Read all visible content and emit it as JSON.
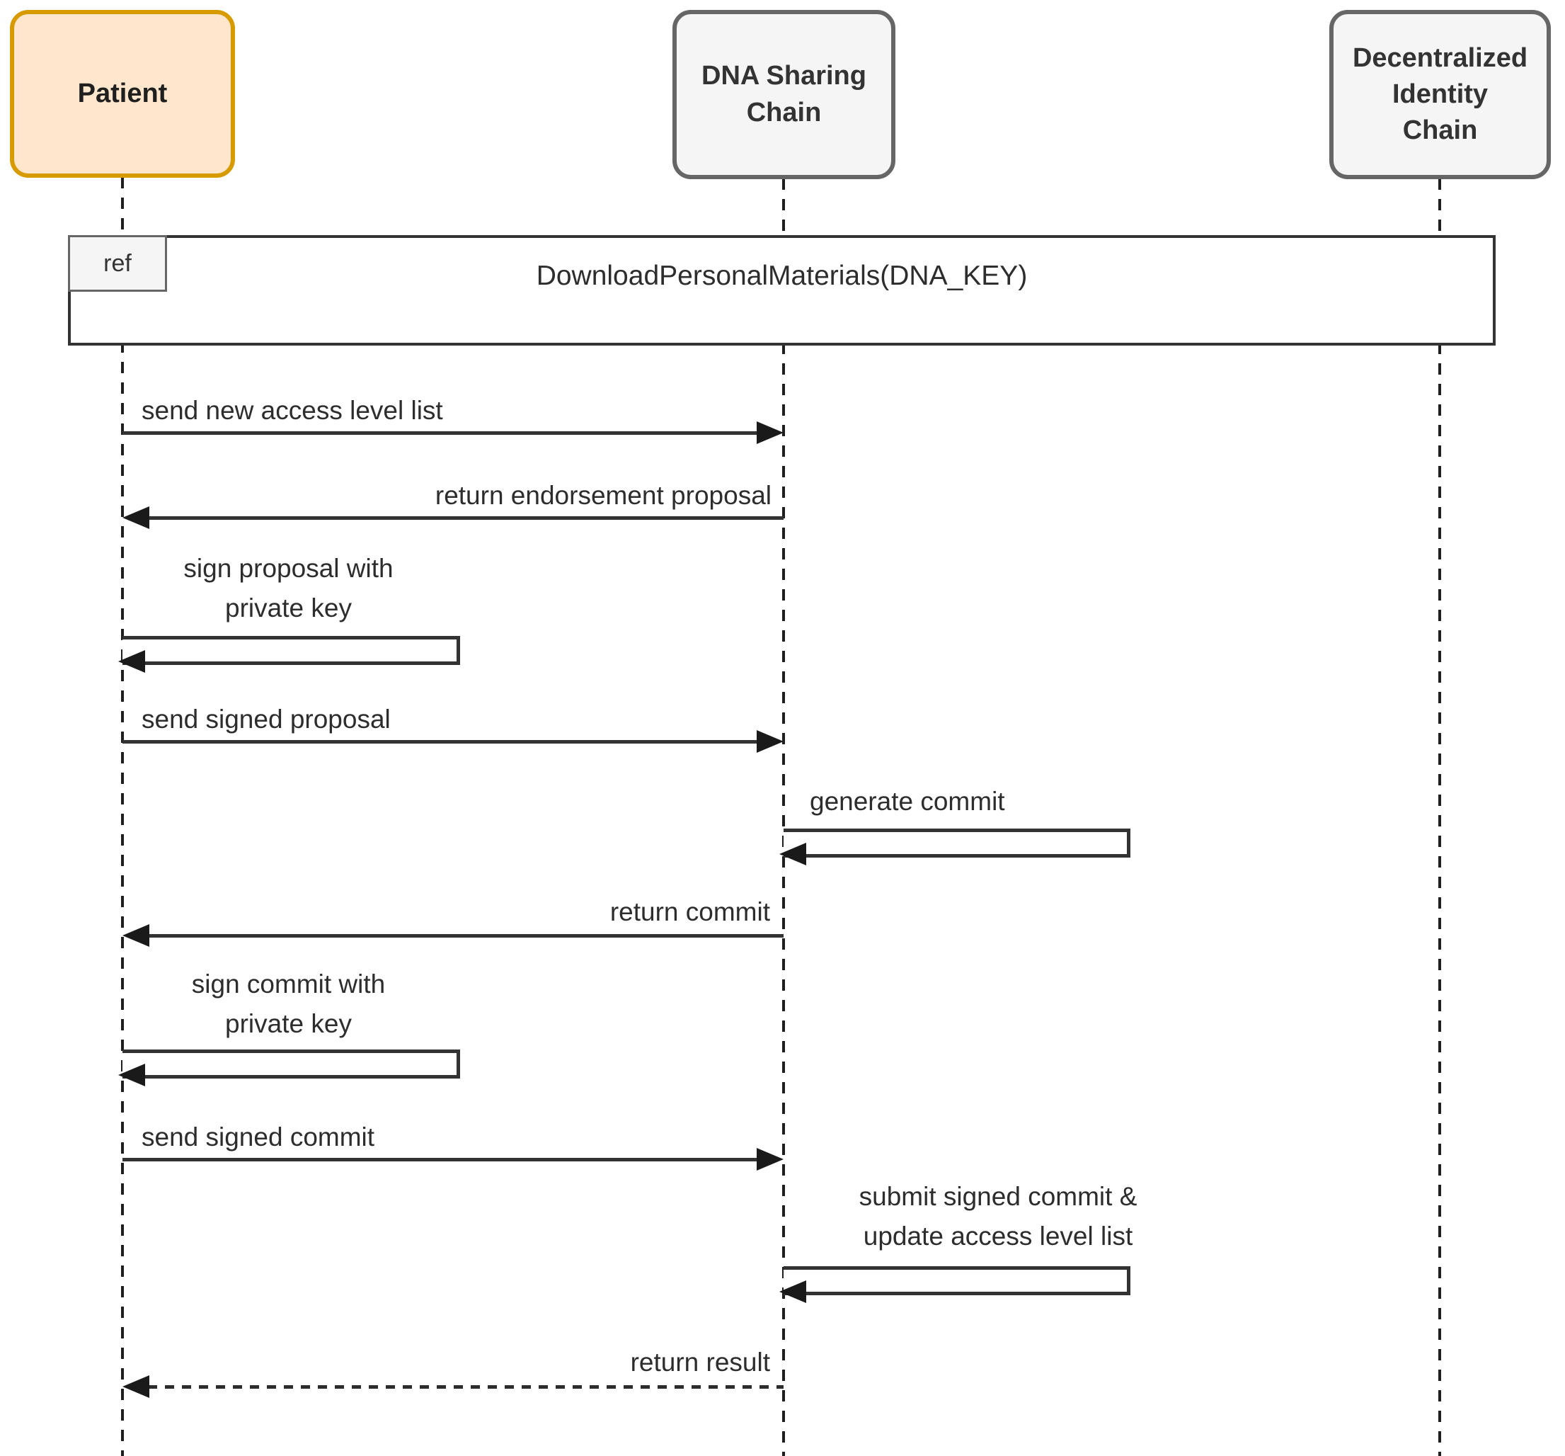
{
  "diagram": {
    "type": "uml-sequence-diagram",
    "colors": {
      "patient_fill": "#FFE6CC",
      "patient_stroke": "#D79B00",
      "chain_fill": "#F5F5F5",
      "chain_stroke": "#666666",
      "line": "#333333",
      "background": "#FFFFFF"
    },
    "actors": [
      {
        "id": "patient",
        "label": "Patient"
      },
      {
        "id": "dna-sharing-chain",
        "label": "DNA Sharing\nChain"
      },
      {
        "id": "decentralized-identity-chain",
        "label": "Decentralized\nIdentity\nChain"
      }
    ],
    "ref": {
      "tag": "ref",
      "title": "DownloadPersonalMaterials(DNA_KEY)"
    },
    "messages": [
      {
        "from": "patient",
        "to": "dna-sharing-chain",
        "style": "solid",
        "label": "send new access level list"
      },
      {
        "from": "dna-sharing-chain",
        "to": "patient",
        "style": "solid",
        "label": "return endorsement proposal"
      },
      {
        "from": "patient",
        "to": "patient",
        "style": "self",
        "label": "sign proposal with\nprivate key"
      },
      {
        "from": "patient",
        "to": "dna-sharing-chain",
        "style": "solid",
        "label": "send signed proposal"
      },
      {
        "from": "dna-sharing-chain",
        "to": "dna-sharing-chain",
        "style": "self",
        "label": "generate commit"
      },
      {
        "from": "dna-sharing-chain",
        "to": "patient",
        "style": "solid",
        "label": "return commit"
      },
      {
        "from": "patient",
        "to": "patient",
        "style": "self",
        "label": "sign commit with\nprivate key"
      },
      {
        "from": "patient",
        "to": "dna-sharing-chain",
        "style": "solid",
        "label": "send signed commit"
      },
      {
        "from": "dna-sharing-chain",
        "to": "dna-sharing-chain",
        "style": "self",
        "label": "submit signed commit &\nupdate access level list"
      },
      {
        "from": "dna-sharing-chain",
        "to": "patient",
        "style": "dashed",
        "label": "return result"
      }
    ]
  }
}
